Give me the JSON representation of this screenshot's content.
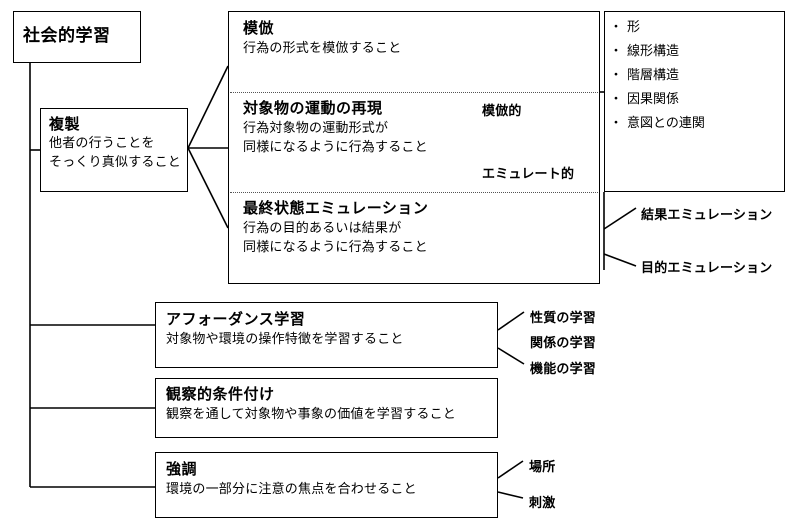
{
  "diagram": {
    "title": "社会的学習",
    "root": {
      "label": "社会的学習"
    },
    "duplication": {
      "title": "複製",
      "desc_line1": "他者の行うことを",
      "desc_line2": "そっくり真似すること"
    },
    "imitation_group": {
      "sections": [
        {
          "title": "模倣",
          "desc_line1": "行為の形式を模倣すること",
          "desc_line2": ""
        },
        {
          "title": "対象物の運動の再現",
          "desc_line1": "行為対象物の運動形式が",
          "desc_line2": "同様になるように行為すること"
        },
        {
          "title": "最終状態エミュレーション",
          "desc_line1": "行為の目的あるいは結果が",
          "desc_line2": "同様になるように行為すること"
        }
      ],
      "axis": {
        "top_label": "模倣的",
        "bottom_label": "エミュレート的"
      }
    },
    "bullets": {
      "marker": "・",
      "items": [
        "形",
        "線形構造",
        "階層構造",
        "因果関係",
        "意図との連関"
      ]
    },
    "emulation_leaves": [
      "結果エミュレーション",
      "目的エミュレーション"
    ],
    "other_boxes": [
      {
        "title": "アフォーダンス学習",
        "desc": "対象物や環境の操作特徴を学習すること",
        "leaves": [
          "性質の学習",
          "関係の学習",
          "機能の学習"
        ]
      },
      {
        "title": "観察的条件付け",
        "desc": "観察を通して対象物や事象の価値を学習すること",
        "leaves": []
      },
      {
        "title": "強調",
        "desc": "環境の一部分に注意の焦点を合わせること",
        "leaves": [
          "場所",
          "刺激"
        ]
      }
    ],
    "colors": {
      "stroke": "#000000",
      "background": "#ffffff",
      "divider": "#555555"
    }
  }
}
